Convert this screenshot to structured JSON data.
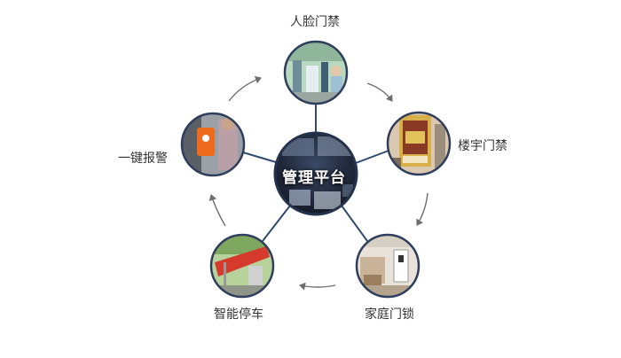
{
  "center": {
    "label": "管理平台"
  },
  "nodes": [
    {
      "id": "face-access",
      "label": "人脸门禁"
    },
    {
      "id": "building-access",
      "label": "楼宇门禁"
    },
    {
      "id": "home-lock",
      "label": "家庭门锁"
    },
    {
      "id": "smart-parking",
      "label": "智能停车"
    },
    {
      "id": "sos-alarm",
      "label": "一键报警"
    }
  ],
  "colors": {
    "ring_border": "#2e3e5c",
    "connector": "#2e4a6e",
    "arrow": "#6e6e6e",
    "label_text": "#333333"
  }
}
